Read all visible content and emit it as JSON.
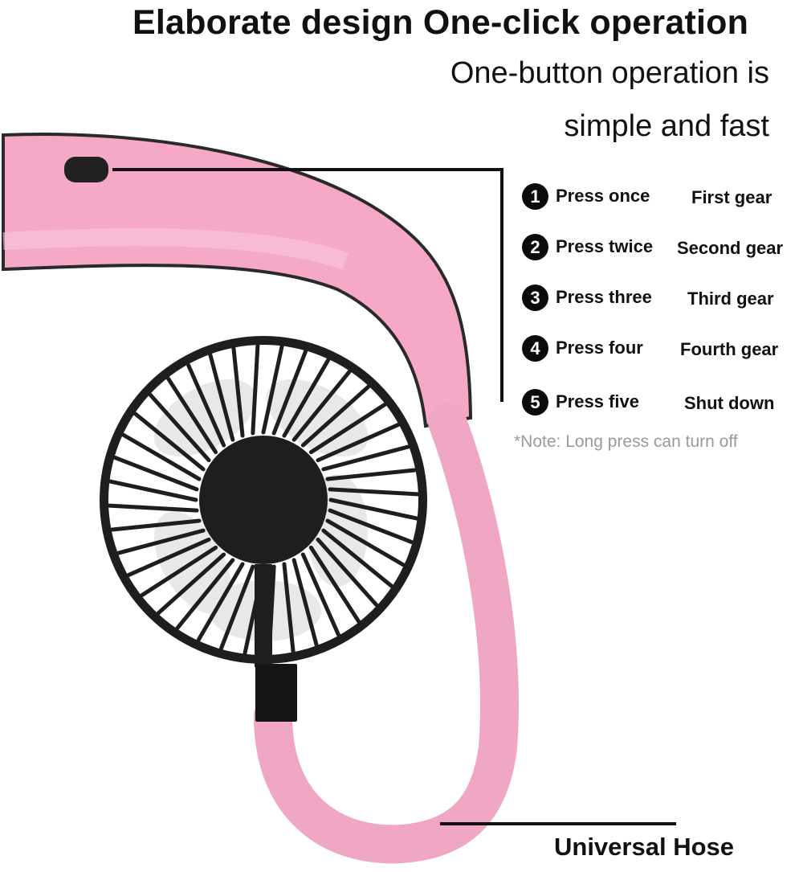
{
  "header": {
    "title": "Elaborate design One-click operation",
    "subtitle_line1": "One-button operation is",
    "subtitle_line2": "simple and fast"
  },
  "steps": [
    {
      "number": "1",
      "action": "Press once",
      "result": "First gear"
    },
    {
      "number": "2",
      "action": "Press twice",
      "result": "Second gear"
    },
    {
      "number": "3",
      "action": "Press three",
      "result": "Third gear"
    },
    {
      "number": "4",
      "action": "Press four",
      "result": "Fourth gear"
    },
    {
      "number": "5",
      "action": "Press five",
      "result": "Shut down"
    }
  ],
  "note": "*Note: Long press can turn off",
  "callout": {
    "hose_label": "Universal Hose"
  },
  "colors": {
    "band_pink": "#f5a9c6",
    "band_outline": "#2a2a2a",
    "fan_body": "#1e1e1e",
    "text": "#111111",
    "note_gray": "#9a9a9a"
  },
  "icons": [
    "power-button-icon",
    "fan-icon"
  ]
}
